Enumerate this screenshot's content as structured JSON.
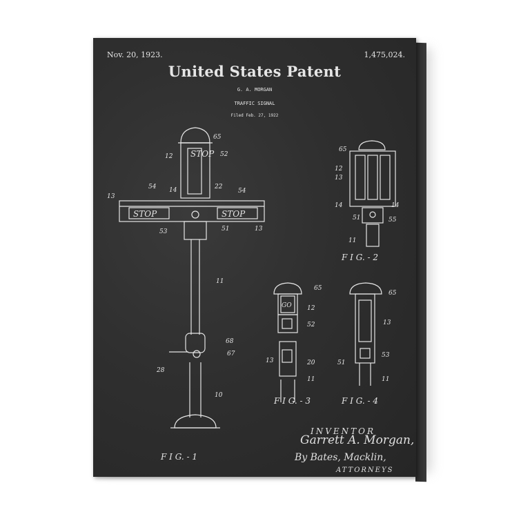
{
  "patent": {
    "date": "Nov. 20, 1923.",
    "number": "1,475,024.",
    "title": "United States Patent",
    "inventor": "G. A. MORGAN",
    "invention": "TRAFFIC SIGNAL",
    "filed": "Filed Feb. 27, 1922"
  },
  "signatures": {
    "inventor_label": "INVENTOR",
    "inventor_name": "Garrett A. Morgan,",
    "attorneys_name": "By Bates, Macklin,",
    "attorneys_label": "ATTORNEYS"
  },
  "figures": {
    "fig1_caption": "F I G. - 1",
    "fig2_caption": "F I G. - 2",
    "fig3_caption": "F I G. - 3",
    "fig4_caption": "F I G. - 4"
  },
  "sign_words": {
    "stop": "STOP",
    "go": "GO"
  },
  "ref_numbers": {
    "n65": "65",
    "n12": "12",
    "n52": "52",
    "n13": "13",
    "n54": "54",
    "n14": "14",
    "n22": "22",
    "n53": "53",
    "n51": "51",
    "n11": "11",
    "n68": "68",
    "n67": "67",
    "n28": "28",
    "n10": "10",
    "n55": "55",
    "n20": "20"
  },
  "colors": {
    "board": "#2f2f2f",
    "ink": "#e6e6e6",
    "frame": "#ffffff"
  }
}
